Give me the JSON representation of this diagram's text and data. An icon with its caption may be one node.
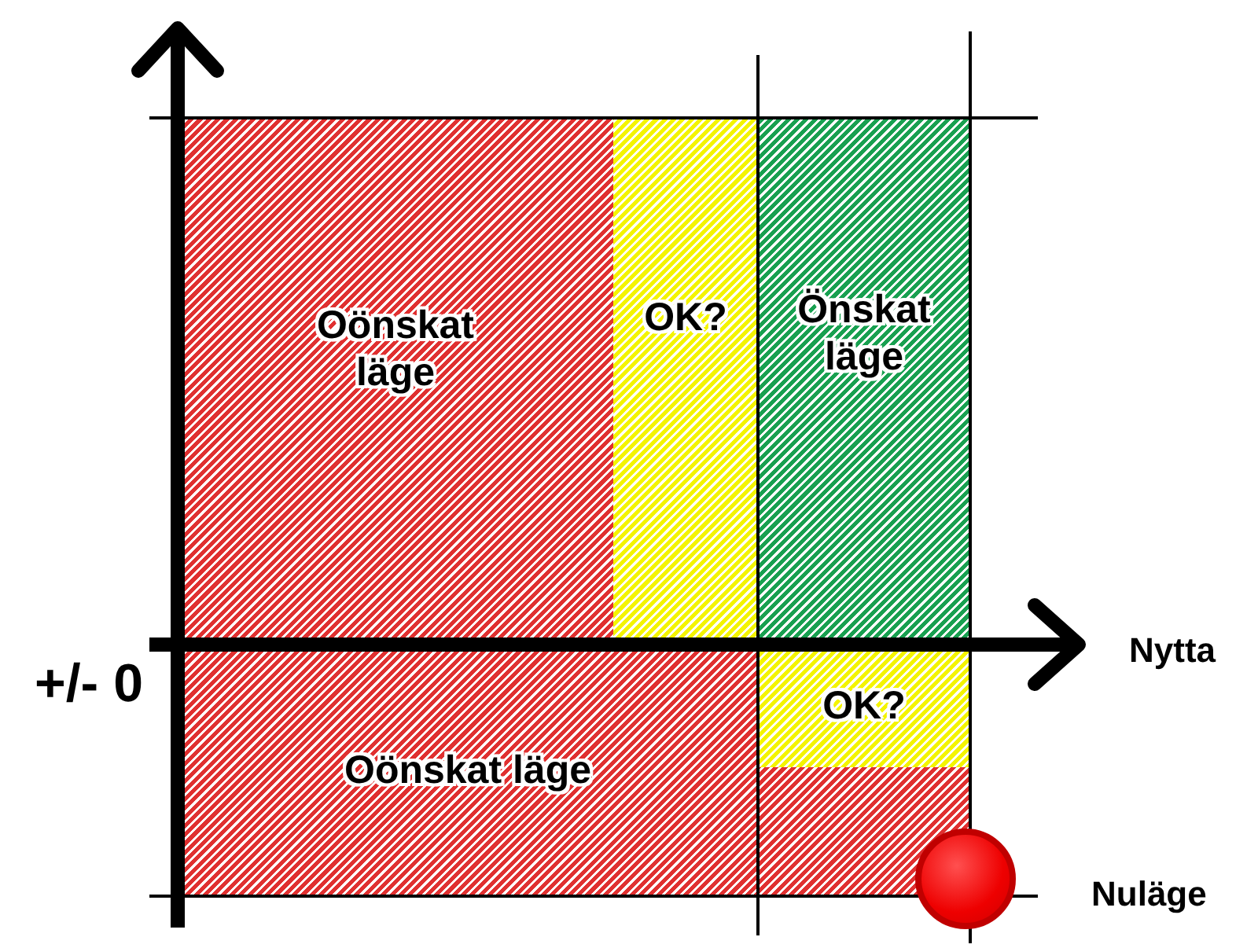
{
  "diagram": {
    "nodes": [
      {
        "text": [
          "Oönskat läge"
        ]
      },
      {
        "text": [
          "OK?"
        ]
      },
      {
        "text": [
          "Önskat läge"
        ]
      },
      {
        "text": [
          "Oönskat läge"
        ]
      },
      {
        "text": [
          "OK?"
        ]
      },
      {
        "text": [],
        "shape": "box"
      },
      {
        "text": [],
        "shape": "circle",
        "beside": [
          "Nuläge"
        ]
      }
    ],
    "labels": [
      "+/- 0",
      "Nytta"
    ]
  }
}
